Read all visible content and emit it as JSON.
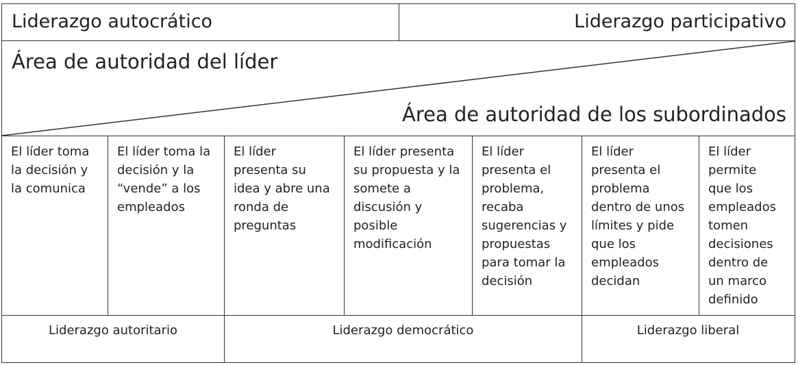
{
  "header": {
    "left_label": "Liderazgo autocrático",
    "right_label": "Liderazgo participativo"
  },
  "authority": {
    "leader_label": "Área de autoridad del líder",
    "subordinates_label": "Área de autoridad de los subordinados"
  },
  "behaviors": [
    "El líder toma\nla decisión y\nla comunica",
    "El líder toma la\ndecisión y la\n“vende”  a los\nempleados",
    "El líder\npresenta su\nidea y abre una\nronda de\npreguntas",
    "El líder presenta\nsu propuesta y la\nsomete a\ndiscusión y\nposible\nmodificación",
    "El líder\npresenta el\nproblema,\nrecaba\nsugerencias y\npropuestas\npara tomar la\ndecisión",
    "El líder\npresenta el\nproblema\ndentro de unos\nlímites y pide\nque los\nempleados\ndecidan",
    "El líder\npermite\nque los\nempleados\ntomen\ndecisiones\ndentro de\nun marco\ndefinido"
  ],
  "styles": [
    "Liderazgo autoritario",
    "Liderazgo democrático",
    "Liderazgo liberal"
  ]
}
